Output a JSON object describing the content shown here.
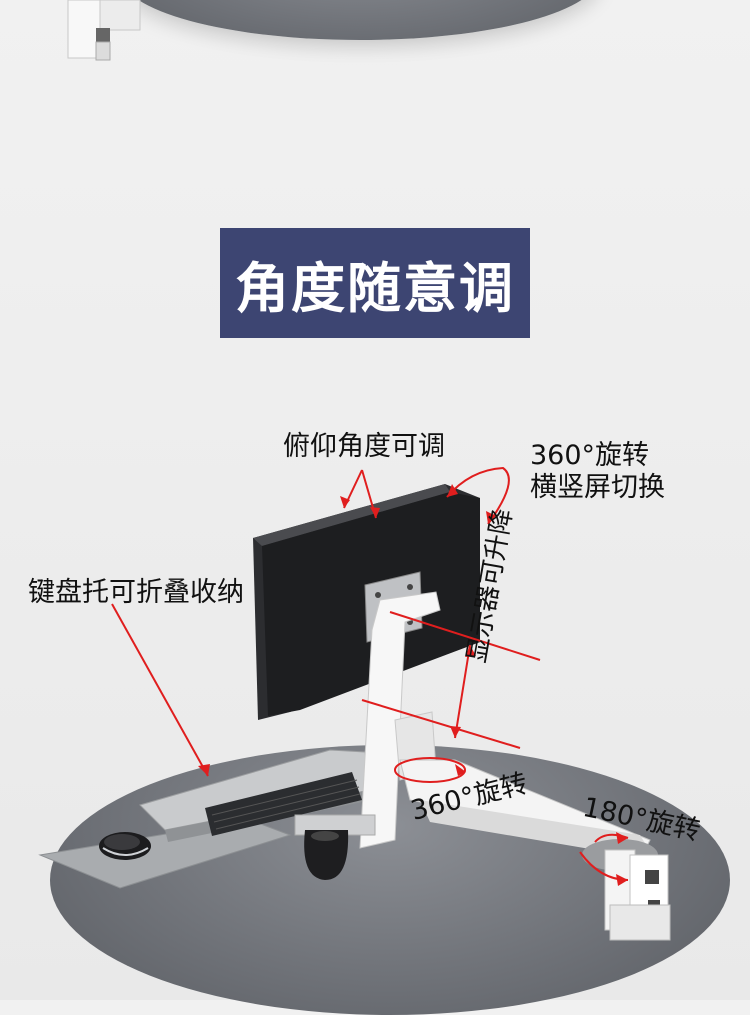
{
  "title": "角度随意调",
  "labels": {
    "tilt": "俯仰角度可调",
    "rotate_line1": "360°旋转",
    "rotate_line2": "横竖屏切换",
    "keyboard": "键盘托可折叠收纳",
    "height": "显示器可升降",
    "swivel_360": "360°旋转",
    "swivel_180": "180°旋转"
  },
  "colors": {
    "title_bg": "#3d4572",
    "title_text": "#ffffff",
    "arrow": "#e01e1e",
    "label_text": "#111111"
  }
}
